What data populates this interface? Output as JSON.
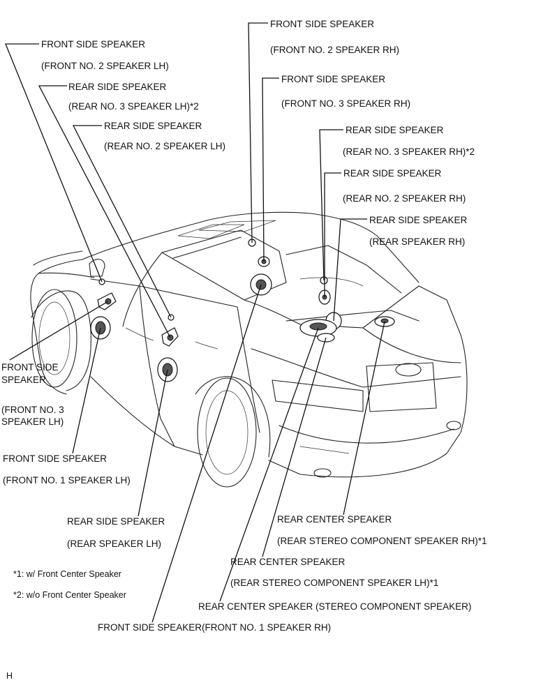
{
  "labels": {
    "front_side_lh2": {
      "title": "FRONT SIDE SPEAKER",
      "sub": "(FRONT NO. 2 SPEAKER LH)"
    },
    "rear_side_lh3": {
      "title": "REAR SIDE SPEAKER",
      "sub": "(REAR NO. 3 SPEAKER LH)*2"
    },
    "rear_side_lh2": {
      "title": "REAR SIDE SPEAKER",
      "sub": "(REAR NO. 2 SPEAKER LH)"
    },
    "front_side_rh2": {
      "title": "FRONT SIDE SPEAKER",
      "sub": "(FRONT NO. 2 SPEAKER RH)"
    },
    "front_side_rh3": {
      "title": "FRONT SIDE SPEAKER",
      "sub": "(FRONT NO. 3 SPEAKER RH)"
    },
    "rear_side_rh3": {
      "title": "REAR SIDE SPEAKER",
      "sub": "(REAR NO. 3 SPEAKER RH)*2"
    },
    "rear_side_rh2": {
      "title": "REAR SIDE SPEAKER",
      "sub": "(REAR NO. 2 SPEAKER RH)"
    },
    "rear_side_rh": {
      "title": "REAR SIDE SPEAKER",
      "sub": "(REAR SPEAKER RH)"
    },
    "front_side_lh3": {
      "title_line1": "FRONT SIDE",
      "title_line2": "SPEAKER",
      "sub_line1": "(FRONT NO. 3",
      "sub_line2": "SPEAKER LH)"
    },
    "front_side_lh1": {
      "title": "FRONT SIDE SPEAKER",
      "sub": "(FRONT NO. 1 SPEAKER LH)"
    },
    "rear_side_lh": {
      "title": "REAR SIDE SPEAKER",
      "sub": "(REAR SPEAKER LH)"
    },
    "rear_center_rh": {
      "title": "REAR CENTER SPEAKER",
      "sub": "(REAR STEREO COMPONENT SPEAKER RH)*1"
    },
    "rear_center_lh": {
      "title": "REAR CENTER SPEAKER",
      "sub": "(REAR STEREO COMPONENT SPEAKER LH)*1"
    },
    "rear_center": {
      "title": "REAR CENTER SPEAKER (STEREO COMPONENT SPEAKER)"
    },
    "front_side_rh1": {
      "title": "FRONT SIDE SPEAKER(FRONT NO. 1 SPEAKER RH)"
    }
  },
  "notes": {
    "note1": "*1: w/ Front Center Speaker",
    "note2": "*2: w/o Front Center Speaker"
  },
  "figure_code": "H"
}
